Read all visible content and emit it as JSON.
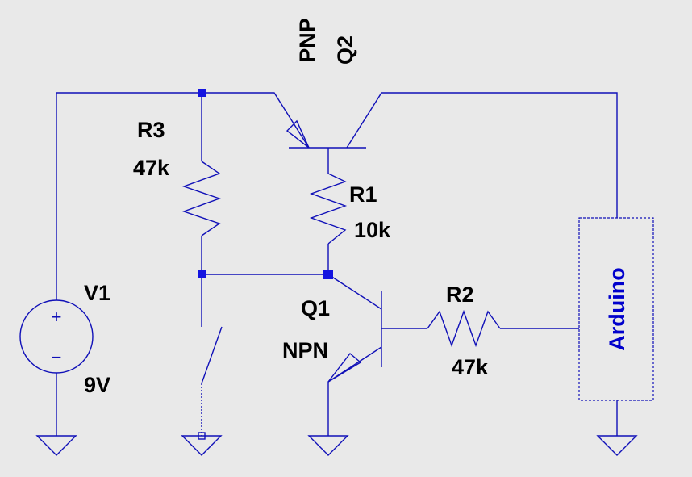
{
  "colors": {
    "background": "#e9e9e9",
    "wire": "#1010b8",
    "junction": "#1414e0",
    "label": "#000000",
    "arduino_text": "#0000cc"
  },
  "components": {
    "q2": {
      "name": "Q2",
      "type": "PNP"
    },
    "q1": {
      "name": "Q1",
      "type": "NPN"
    },
    "r1": {
      "name": "R1",
      "value": "10k"
    },
    "r2": {
      "name": "R2",
      "value": "47k"
    },
    "r3": {
      "name": "R3",
      "value": "47k"
    },
    "v1": {
      "name": "V1",
      "value": "9V",
      "plus": "+",
      "minus": "−"
    },
    "arduino": {
      "label": "Arduino"
    }
  }
}
